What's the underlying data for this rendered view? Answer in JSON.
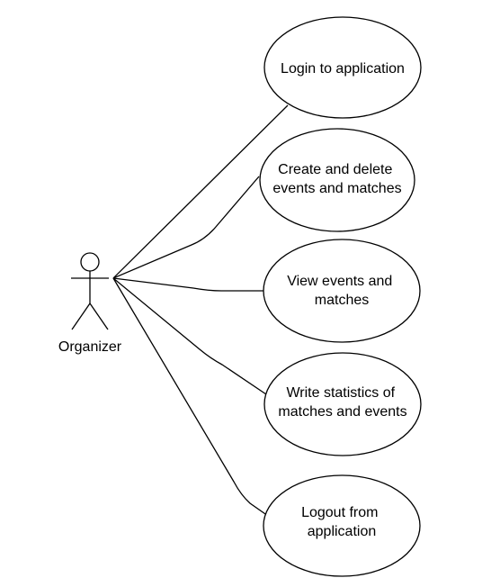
{
  "actor": {
    "name": "Organizer"
  },
  "use_cases": [
    {
      "id": "login",
      "lines": [
        "Login to application"
      ]
    },
    {
      "id": "create-delete",
      "lines": [
        "Create and delete",
        "events and matches"
      ]
    },
    {
      "id": "view",
      "lines": [
        "View events and",
        "matches"
      ]
    },
    {
      "id": "statistics",
      "lines": [
        "Write statistics of",
        "matches and events"
      ]
    },
    {
      "id": "logout",
      "lines": [
        "Logout from",
        "application"
      ]
    }
  ],
  "colors": {
    "stroke": "#000000",
    "fill": "#ffffff"
  }
}
